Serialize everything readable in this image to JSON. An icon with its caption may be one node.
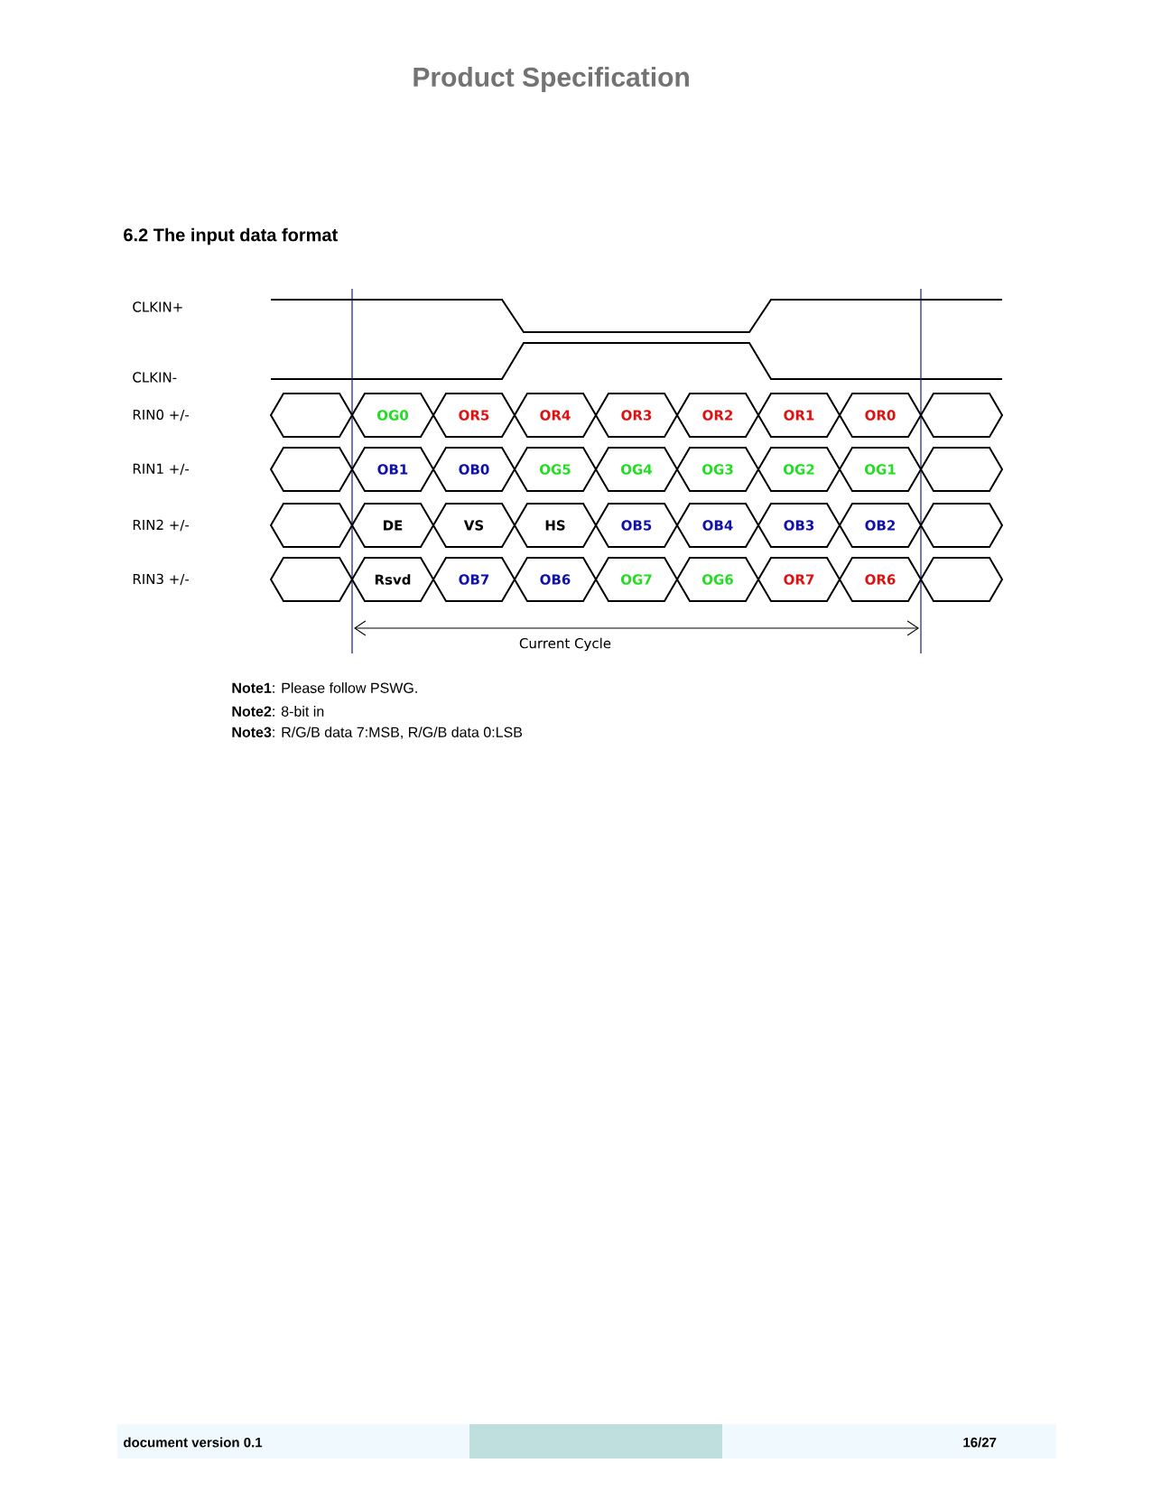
{
  "diagram": {
    "title": "6.2 The input data format",
    "nodes": [
      {
        "text": [],
        "shape": "hexagon"
      },
      {
        "text": [
          "OG0"
        ]
      },
      {
        "text": [
          "OR5"
        ]
      },
      {
        "text": [
          "OR4"
        ]
      },
      {
        "text": [
          "OR3"
        ]
      },
      {
        "text": [
          "OR2"
        ]
      },
      {
        "text": [
          "OR1"
        ]
      },
      {
        "text": [
          "OR0"
        ]
      },
      {
        "text": [],
        "shape": "hexagon"
      },
      {
        "text": [],
        "shape": "hexagon"
      },
      {
        "text": [
          "OB1"
        ]
      },
      {
        "text": [
          "OB0"
        ]
      },
      {
        "text": [
          "OG5"
        ]
      },
      {
        "text": [
          "OG4"
        ]
      },
      {
        "text": [
          "OG3"
        ]
      },
      {
        "text": [
          "OG2"
        ]
      },
      {
        "text": [
          "OG1"
        ]
      },
      {
        "text": [],
        "shape": "hexagon"
      },
      {
        "text": [],
        "shape": "hexagon"
      },
      {
        "text": [
          "DE"
        ]
      },
      {
        "text": [
          "VS"
        ]
      },
      {
        "text": [
          "HS"
        ]
      },
      {
        "text": [
          "OB5"
        ]
      },
      {
        "text": [
          "OB4"
        ]
      },
      {
        "text": [
          "OB3"
        ]
      },
      {
        "text": [
          "OB2"
        ]
      },
      {
        "text": [],
        "shape": "hexagon"
      },
      {
        "text": [],
        "shape": "hexagon"
      },
      {
        "text": [
          "Rsvd"
        ]
      },
      {
        "text": [
          "OB7"
        ]
      },
      {
        "text": [
          "OB6"
        ]
      },
      {
        "text": [
          "OG7"
        ]
      },
      {
        "text": [
          "OG6"
        ]
      },
      {
        "text": [
          "OR7"
        ]
      },
      {
        "text": [
          "OR6"
        ]
      },
      {
        "text": [],
        "shape": "hexagon"
      }
    ],
    "labels": [
      "Product Specification",
      "CLKIN+",
      "CLKIN-",
      "RIN0 +/-",
      "RIN1 +/-",
      "RIN2 +/-",
      "RIN3 +/-",
      "Current Cycle",
      "**Note1**: Please follow PSWG.",
      "**Note2**: 8-bit in",
      "**Note3**: R/G/B data 7:MSB, R/G/B data 0:LSB",
      "document version 0.1",
      "16/27"
    ]
  }
}
